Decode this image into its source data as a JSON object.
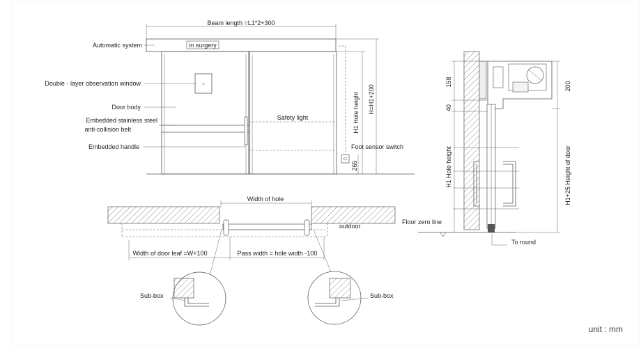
{
  "front": {
    "beam_length": "Beam length  =L1*2+300",
    "in_surgery": "in surgery",
    "automatic_system": "Automatic system",
    "observation_window": "Double - layer observation window",
    "door_body": "Door body",
    "belt_line1": "Embedded stainless steel",
    "belt_line2": "anti-collision belt",
    "handle": "Embedded handle",
    "safety_light": "Safety light",
    "foot_sensor": "Foot sensor switch",
    "hole_height": "H1  Hole height",
    "h_total": "H=H1+200",
    "dim_265": "265"
  },
  "plan": {
    "width_of_hole": "Width of hole",
    "outdoor": "outdoor",
    "door_leaf": "Width of door leaf =W+100",
    "pass_width": "Pass width = hole width -100",
    "sub_box_left": "Sub-box",
    "sub_box_right": "Sub-box"
  },
  "section": {
    "dim_158": "158",
    "dim_40": "40",
    "dim_200": "200",
    "hole_height": "H1  Hole height",
    "door_height": "H1+25  Height of door",
    "floor_zero": "Floor zero line",
    "to_round": "To round"
  },
  "unit": "unit :  mm"
}
